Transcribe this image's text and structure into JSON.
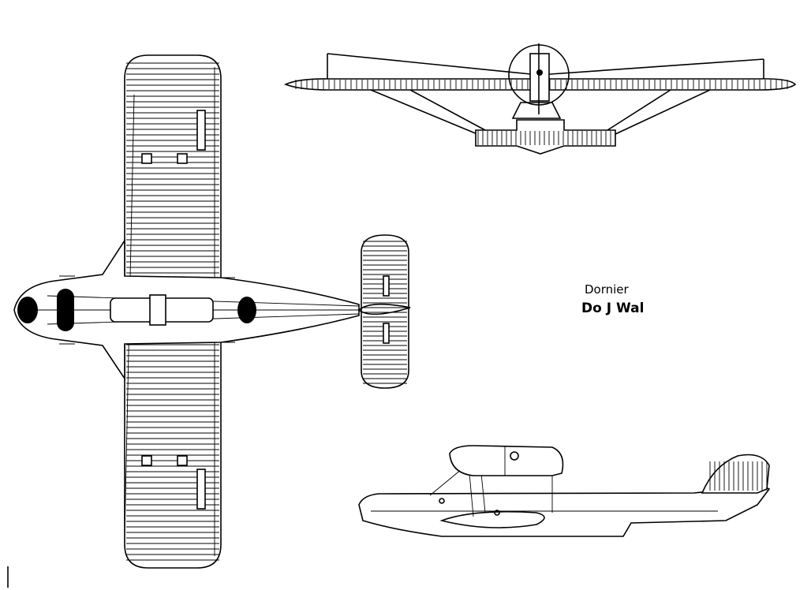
{
  "caption": {
    "manufacturer": "Dornier",
    "model": "Do J Wal"
  },
  "views": [
    "top-view",
    "front-view",
    "side-view"
  ],
  "colors": {
    "line": "#000000",
    "background": "#ffffff"
  }
}
